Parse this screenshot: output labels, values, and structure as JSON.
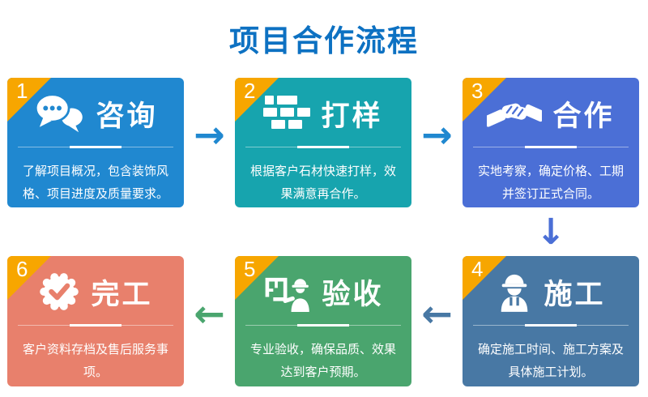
{
  "page": {
    "title": "项目合作流程",
    "title_color": "#0d71c2",
    "background": "#ffffff"
  },
  "badge_color": "#f7a600",
  "steps": [
    {
      "number": "1",
      "title": "咨询",
      "description": "了解项目概况，包含装饰风格、项目进度及质量要求。",
      "color": "#2088d0",
      "icon": "chat-icon"
    },
    {
      "number": "2",
      "title": "打样",
      "description": "根据客户石材快速打样，效果满意再合作。",
      "color": "#17a4ae",
      "icon": "bricks-icon"
    },
    {
      "number": "3",
      "title": "合作",
      "description": "实地考察，确定价格、工期并签订正式合同。",
      "color": "#4b6fd6",
      "icon": "handshake-icon"
    },
    {
      "number": "4",
      "title": "施工",
      "description": "确定施工时间、施工方案及具体施工计划。",
      "color": "#4878a4",
      "icon": "worker-icon"
    },
    {
      "number": "5",
      "title": "验收",
      "description": "专业验收，确保品质、效果达到客户预期。",
      "color": "#4aa56e",
      "icon": "inspection-icon"
    },
    {
      "number": "6",
      "title": "完工",
      "description": "客户资料存档及售后服务事项。",
      "color": "#e8806c",
      "icon": "badge-check-icon"
    }
  ],
  "arrows": [
    {
      "id": "arrow-1-2",
      "glyph": "→",
      "color": "#2088d0"
    },
    {
      "id": "arrow-2-3",
      "glyph": "→",
      "color": "#2088d0"
    },
    {
      "id": "arrow-3-4",
      "glyph": "↓",
      "color": "#4b6fd6"
    },
    {
      "id": "arrow-4-5",
      "glyph": "←",
      "color": "#4878a4"
    },
    {
      "id": "arrow-5-6",
      "glyph": "←",
      "color": "#4aa56e"
    }
  ]
}
